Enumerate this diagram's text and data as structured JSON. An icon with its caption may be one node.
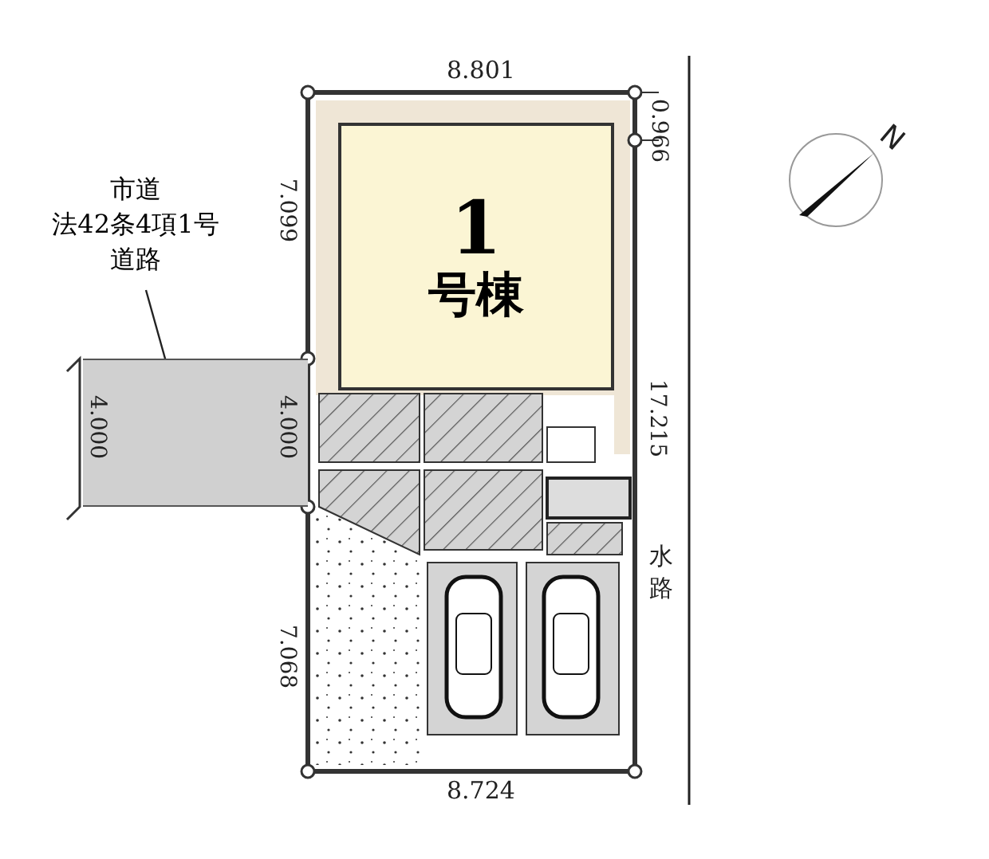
{
  "diagram": {
    "nodes": [
      {
        "text": [
          "市道",
          "法42条4項1号",
          "道路"
        ]
      },
      {
        "text": [],
        "shape": "box"
      },
      {
        "text": [
          "1",
          "号棟"
        ]
      }
    ],
    "edges": [
      {
        "from": 0,
        "to": 1,
        "arrow": "none"
      }
    ],
    "labels": [
      "8.801",
      "0.966",
      "7.099",
      "4.000",
      "4.000",
      "17.215",
      "水路",
      "7.068",
      "8.724",
      "N"
    ]
  }
}
